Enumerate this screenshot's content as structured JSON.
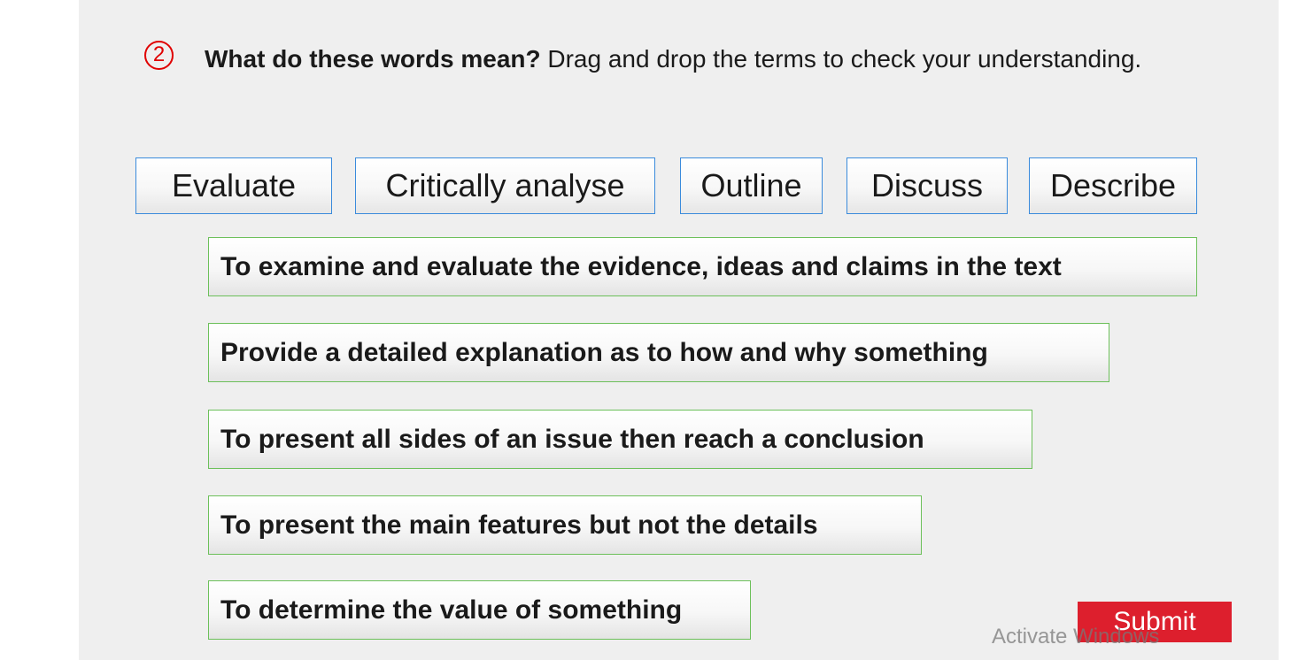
{
  "question": {
    "number": "2",
    "bold_text": "What do these words mean?",
    "text": " Drag and drop the terms to check your understanding."
  },
  "terms": [
    "Evaluate",
    "Critically analyse",
    "Outline",
    "Discuss",
    "Describe"
  ],
  "definitions": [
    "To examine and evaluate the evidence, ideas and claims in the text",
    "Provide a detailed explanation as to how and why something",
    "To present all sides of an issue then reach a conclusion",
    "To present the main features but not the details",
    "To determine the value of something"
  ],
  "submit_label": "Submit",
  "watermark": "Activate Windows",
  "colors": {
    "panel_bg": "#efefef",
    "term_border": "#3a8bdc",
    "definition_border": "#6cc05a",
    "submit_bg": "#dd1f2d",
    "question_number": "#e00000"
  }
}
